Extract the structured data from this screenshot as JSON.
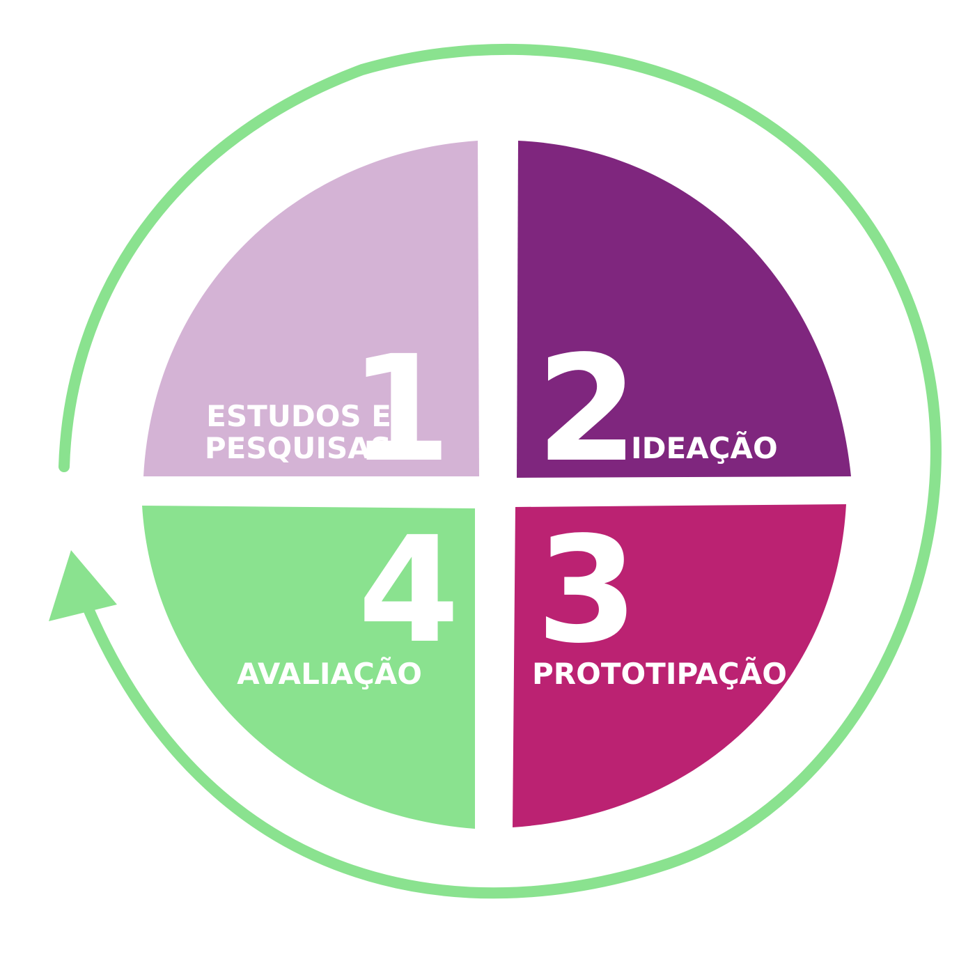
{
  "colors": {
    "cycle_arrow": "#8ae28f",
    "stage1": "#d4b3d5",
    "stage2": "#7f267e",
    "stage3": "#bb2272",
    "stage4": "#8ae28f",
    "text": "#ffffff",
    "background": "#ffffff"
  },
  "stages": [
    {
      "number": "1",
      "label_line1": "ESTUDOS E",
      "label_line2": "PESQUISAS"
    },
    {
      "number": "2",
      "label": "IDEAÇÃO"
    },
    {
      "number": "3",
      "label": "PROTOTIPAÇÃO"
    },
    {
      "number": "4",
      "label": "AVALIAÇÃO"
    }
  ]
}
